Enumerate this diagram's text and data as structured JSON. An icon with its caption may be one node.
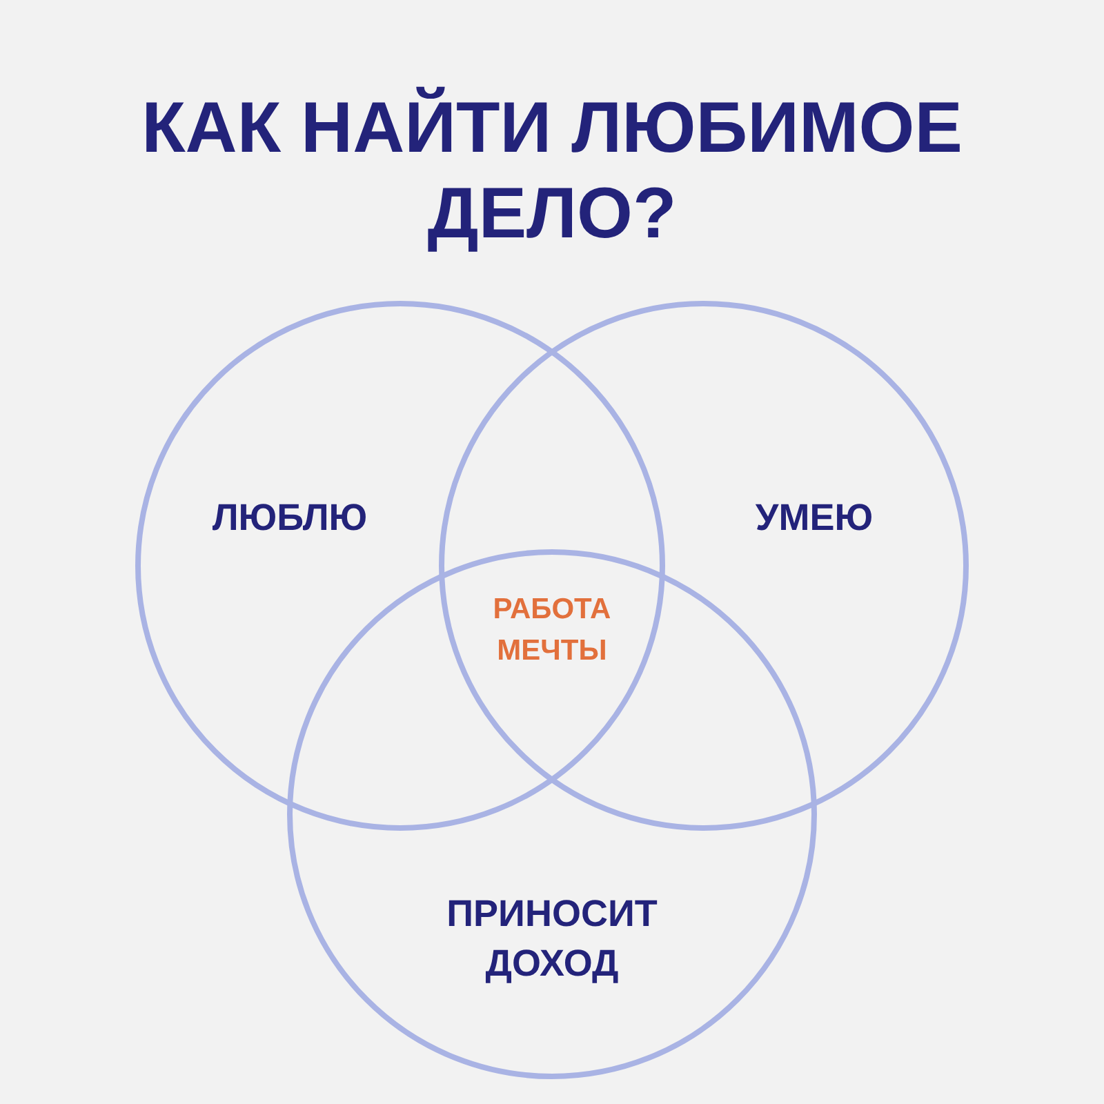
{
  "diagram": {
    "title": "КАК НАЙТИ ЛЮБИМОЕ ДЕЛО?",
    "nodes": [
      {
        "text": [
          "ЛЮБЛЮ"
        ]
      },
      {
        "text": [
          "УМЕЮ"
        ]
      },
      {
        "text": [
          "ПРИНОСИТ ДОХОД"
        ]
      }
    ],
    "labels": [
      "РАБОТА МЕЧТЫ"
    ]
  }
}
